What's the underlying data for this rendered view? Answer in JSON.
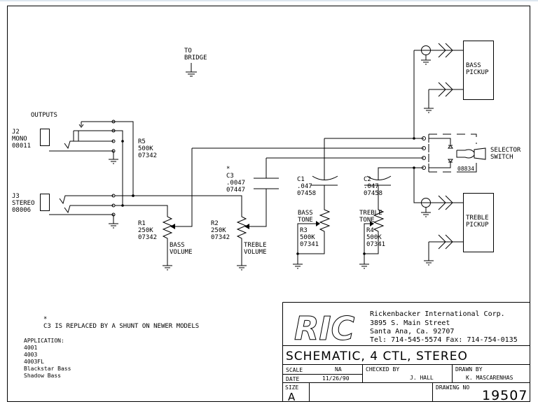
{
  "labels": {
    "to_bridge": [
      "TO",
      "BRIDGE"
    ],
    "outputs": "OUTPUTS",
    "j2": [
      "J2",
      "MONO",
      "08011"
    ],
    "j3": [
      "J3",
      "STEREO",
      "08006"
    ],
    "r5": [
      "R5",
      "500K",
      "07342"
    ],
    "r1": [
      "R1",
      "250K",
      "07342"
    ],
    "r1_func": [
      "BASS",
      "VOLUME"
    ],
    "r2": [
      "R2",
      "250K",
      "07342"
    ],
    "r2_func": [
      "TREBLE",
      "VOLUME"
    ],
    "c3": [
      "*",
      "C3",
      ".0047",
      "07447"
    ],
    "c1": [
      "C1",
      ".047",
      "07458"
    ],
    "c2": [
      "C2",
      ".047",
      "07458"
    ],
    "r3_func": [
      "BASS",
      "TONE"
    ],
    "r3": [
      "R3",
      "500K",
      "07341"
    ],
    "r4_func": [
      "TREBLE",
      "TONE"
    ],
    "r4": [
      "R4",
      "500K",
      "07341"
    ],
    "bass_pickup": [
      "BASS",
      "PICKUP"
    ],
    "treble_pickup": [
      "TREBLE",
      "PICKUP"
    ],
    "selector_switch": [
      "SELECTOR",
      "SWITCH"
    ],
    "switch_part": "08834"
  },
  "notes": {
    "asterisk": "*",
    "c3_note": "C3 IS REPLACED BY A SHUNT ON NEWER MODELS",
    "application_title": "APPLICATION:",
    "applications": [
      "4001",
      "4003",
      "4003FL",
      "Blackstar Bass",
      "Shadow Bass"
    ]
  },
  "title_block": {
    "logo": "RIC",
    "company": "Rickenbacker International Corp.",
    "address1": "3895 S. Main Street",
    "address2": "Santa Ana, Ca. 92707",
    "phone": "Tel: 714-545-5574   Fax: 714-754-0135",
    "title": "SCHEMATIC, 4 CTL, STEREO",
    "scale_label": "SCALE",
    "scale_value": "NA",
    "date_label": "DATE",
    "date_value": "11/26/90",
    "checked_by_label": "CHECKED BY",
    "checked_by_value": "J. HALL",
    "drawn_by_label": "DRAWN BY",
    "drawn_by_value": "K. MASCARENHAS",
    "size_label": "SIZE",
    "size_value": "A",
    "drawing_no_label": "DRAWING NO",
    "drawing_no_value": "19507"
  }
}
